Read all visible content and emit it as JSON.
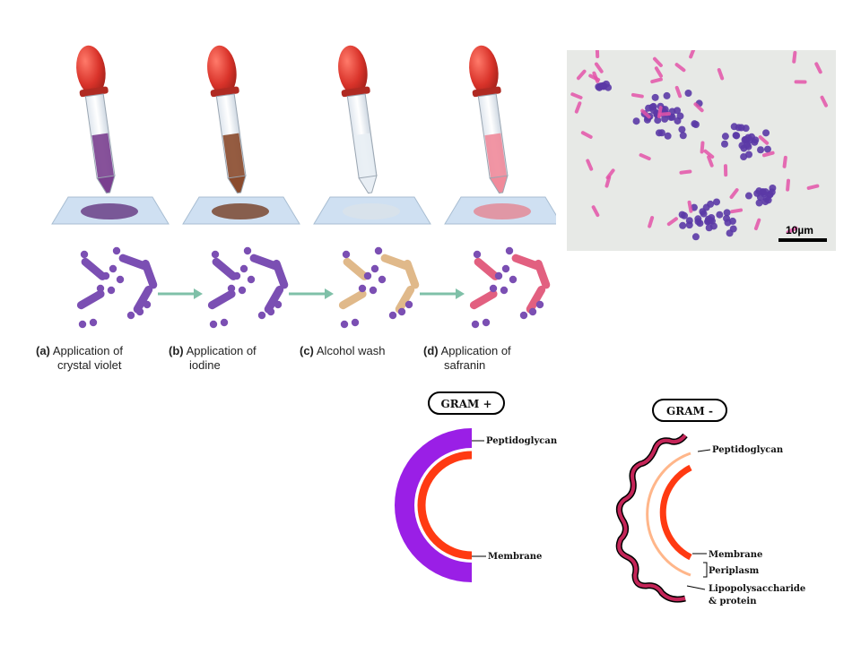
{
  "steps": [
    {
      "letter": "(a)",
      "line1": "Application of",
      "line2": "crystal violet",
      "fluid": "#7a3f8f",
      "stain": "#6a3f87",
      "cells": "rod-purple"
    },
    {
      "letter": "(b)",
      "line1": "Application of",
      "line2": "iodine",
      "fluid": "#8a4a2c",
      "stain": "#7a4630",
      "cells": "rod-purple"
    },
    {
      "letter": "(c)",
      "line1": "Alcohol wash",
      "line2": "",
      "fluid": "#e8eef4",
      "stain": "#d9e2ea",
      "cells": "rod-tan"
    },
    {
      "letter": "(d)",
      "line1": "Application of",
      "line2": "safranin",
      "fluid": "#f08a9a",
      "stain": "#e38a98",
      "cells": "rod-pink"
    }
  ],
  "colors": {
    "purple": "#7b4fb3",
    "tan": "#e0b98a",
    "pink": "#e26080",
    "arrow": "#7fc0a8",
    "gram_pos_wall": "#9a1fe6",
    "membrane": "#ff3a12",
    "gram_neg_outer": "#c42558",
    "periplasm": "#ffb68a"
  },
  "micrograph": {
    "scale_label": "10µm"
  },
  "gram_positive": {
    "title": "GRAM +",
    "peptidoglycan": "Peptidoglycan",
    "membrane": "Membrane"
  },
  "gram_negative": {
    "title": "GRAM -",
    "peptidoglycan": "Peptidoglycan",
    "membrane": "Membrane",
    "periplasm": "Periplasm",
    "lps_line1": "Lipopolysaccharide",
    "lps_line2": "& protein"
  }
}
